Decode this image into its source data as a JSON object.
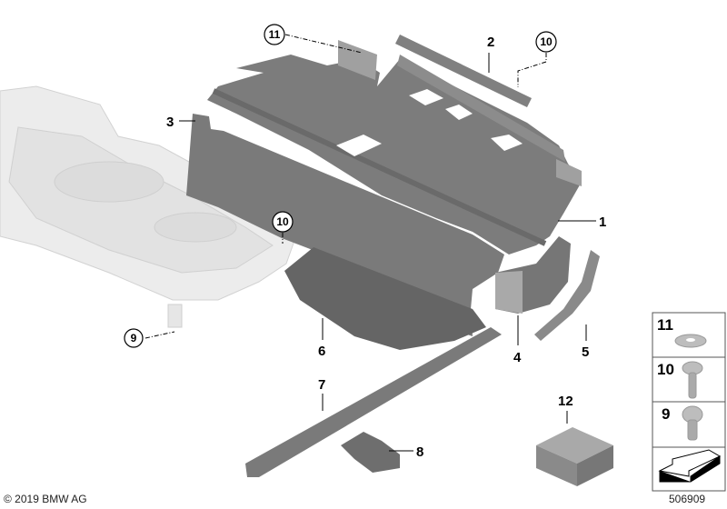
{
  "diagram": {
    "callouts": {
      "p1": "1",
      "p2": "2",
      "p3": "3",
      "p4": "4",
      "p5": "5",
      "p6": "6",
      "p7": "7",
      "p8": "8",
      "p9": "9",
      "p10a": "10",
      "p10b": "10",
      "p11": "11",
      "p12": "12"
    },
    "legend": [
      {
        "number": "11",
        "icon": "washer-icon"
      },
      {
        "number": "10",
        "icon": "torx-bolt-long-icon"
      },
      {
        "number": "9",
        "icon": "torx-bolt-short-icon"
      },
      {
        "number": "",
        "icon": "direction-arrow-icon"
      }
    ],
    "copyright": "© 2019 BMW AG",
    "diagram_id": "506909"
  },
  "colors": {
    "part": "#7c7c7c",
    "part_dark": "#656565",
    "part_light": "#a9a9a9",
    "housing": "#ececec"
  }
}
